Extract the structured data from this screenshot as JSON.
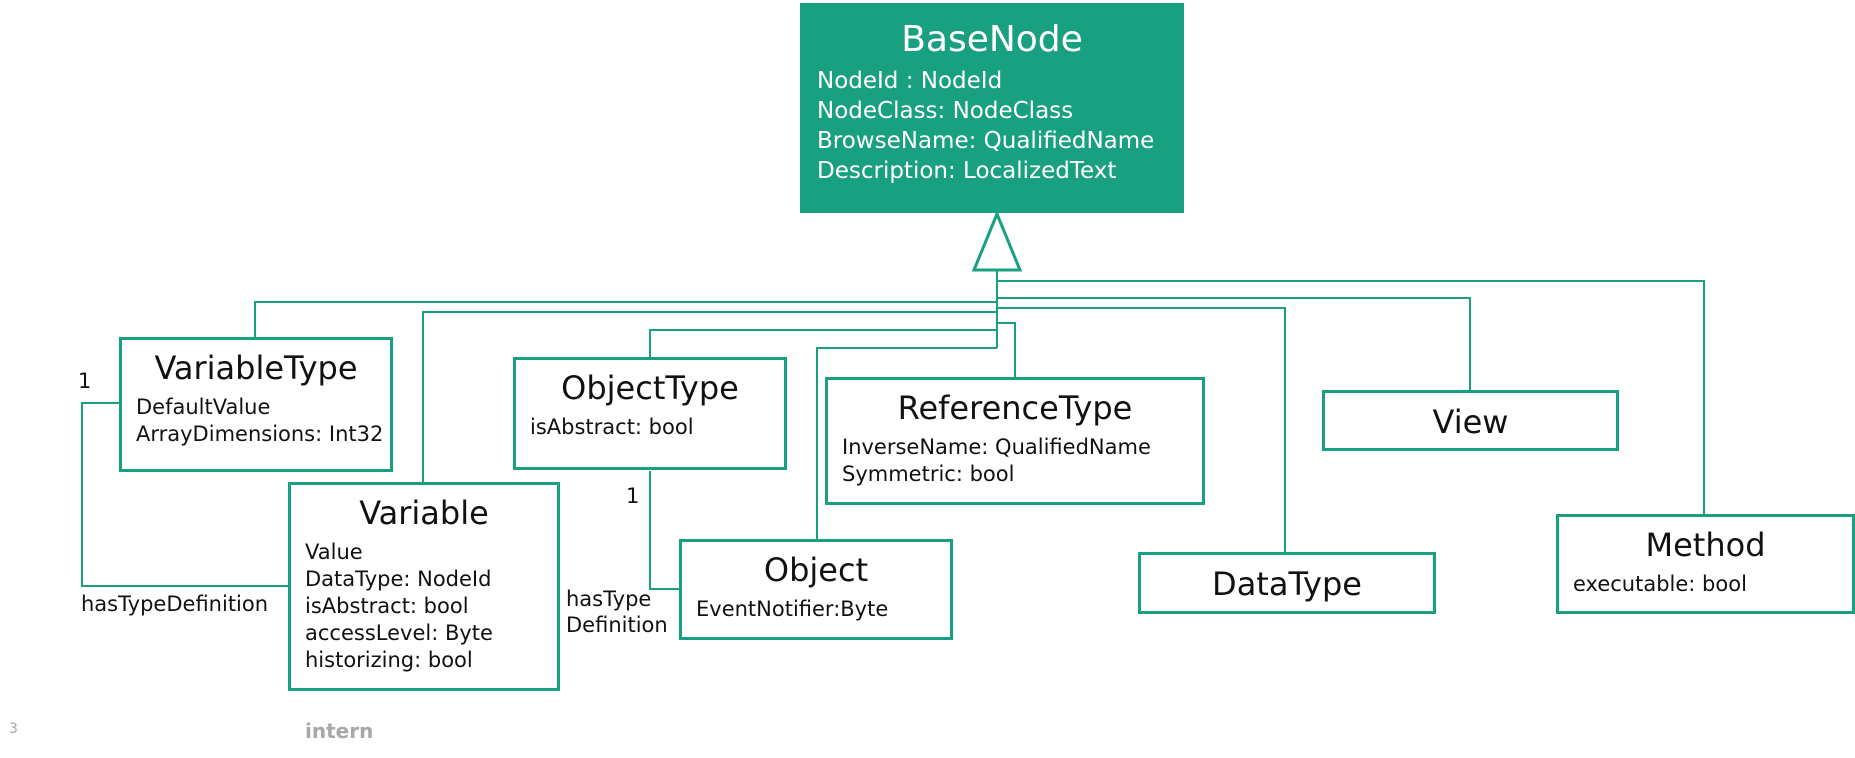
{
  "colors": {
    "accent": "#18a080",
    "text": "#111111",
    "footer": "#a8a8a8"
  },
  "nodes": {
    "base_node": {
      "title": "BaseNode",
      "attrs": [
        "NodeId : NodeId",
        "NodeClass: NodeClass",
        "BrowseName: QualifiedName",
        "Description: LocalizedText"
      ]
    },
    "variable_type": {
      "title": "VariableType",
      "attrs": [
        "DefaultValue",
        "ArrayDimensions: Int32"
      ]
    },
    "variable": {
      "title": "Variable",
      "attrs": [
        "Value",
        "DataType: NodeId",
        "isAbstract: bool",
        "accessLevel: Byte",
        "historizing: bool"
      ]
    },
    "object_type": {
      "title": "ObjectType",
      "attrs": [
        "isAbstract: bool"
      ]
    },
    "object": {
      "title": "Object",
      "attrs": [
        "EventNotifier:Byte"
      ]
    },
    "reference_type": {
      "title": "ReferenceType",
      "attrs": [
        "InverseName: QualifiedName",
        "Symmetric: bool"
      ]
    },
    "view": {
      "title": "View",
      "attrs": []
    },
    "data_type": {
      "title": "DataType",
      "attrs": []
    },
    "method": {
      "title": "Method",
      "attrs": [
        "executable: bool"
      ]
    }
  },
  "labels": {
    "variable_type_multiplicity": "1",
    "variable_has_type_definition": "hasTypeDefinition",
    "object_type_multiplicity": "1",
    "object_has_type_line1": "hasType",
    "object_has_type_line2": "Definition"
  },
  "footer": {
    "page_number": "3",
    "classification": "intern"
  }
}
